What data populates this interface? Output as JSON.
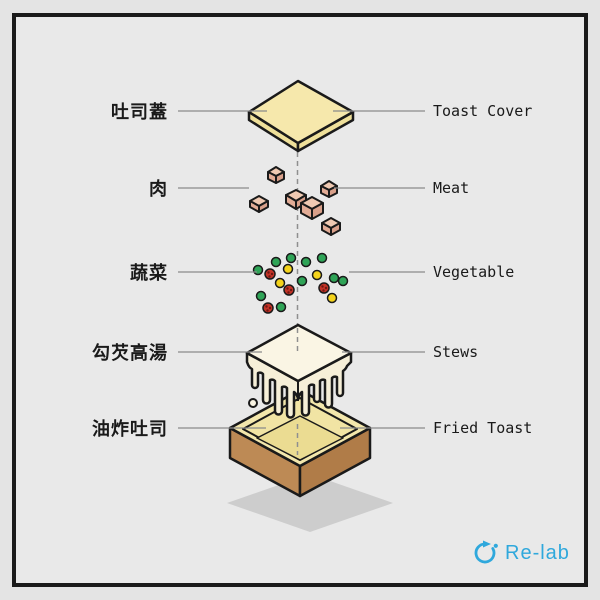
{
  "labels": [
    {
      "zh": "吐司蓋",
      "en": "Toast Cover"
    },
    {
      "zh": "肉",
      "en": "Meat"
    },
    {
      "zh": "蔬菜",
      "en": "Vegetable"
    },
    {
      "zh": "勾芡高湯",
      "en": "Stews"
    },
    {
      "zh": "油炸吐司",
      "en": "Fried Toast"
    }
  ],
  "logo": {
    "text": "Re-lab",
    "accent_color": "#2FA8DC"
  },
  "colors": {
    "outer_background": "#E4E4E4",
    "inner_background": "#E9E9E9",
    "frame_border": "#1A1A1A",
    "toast_cover_top": "#F6E8AC",
    "toast_cover_side": "#EFE09A",
    "meat_cube": "#E8BCA6",
    "vegetable_green": "#2FA457",
    "vegetable_yellow": "#F4D31B",
    "vegetable_red": "#C23327",
    "stew_cream": "#FAF5E4",
    "stew_side": "#F6EFD8",
    "fried_toast_crust": "#BD8A55",
    "fried_toast_crust_dark": "#B07C48",
    "fried_toast_inner": "#F3E7AC",
    "fried_toast_floor": "#EBDC92",
    "shadow": "#CDCDCD",
    "leader_line": "#8A8A8A",
    "label_text": "#1A1A1A"
  }
}
